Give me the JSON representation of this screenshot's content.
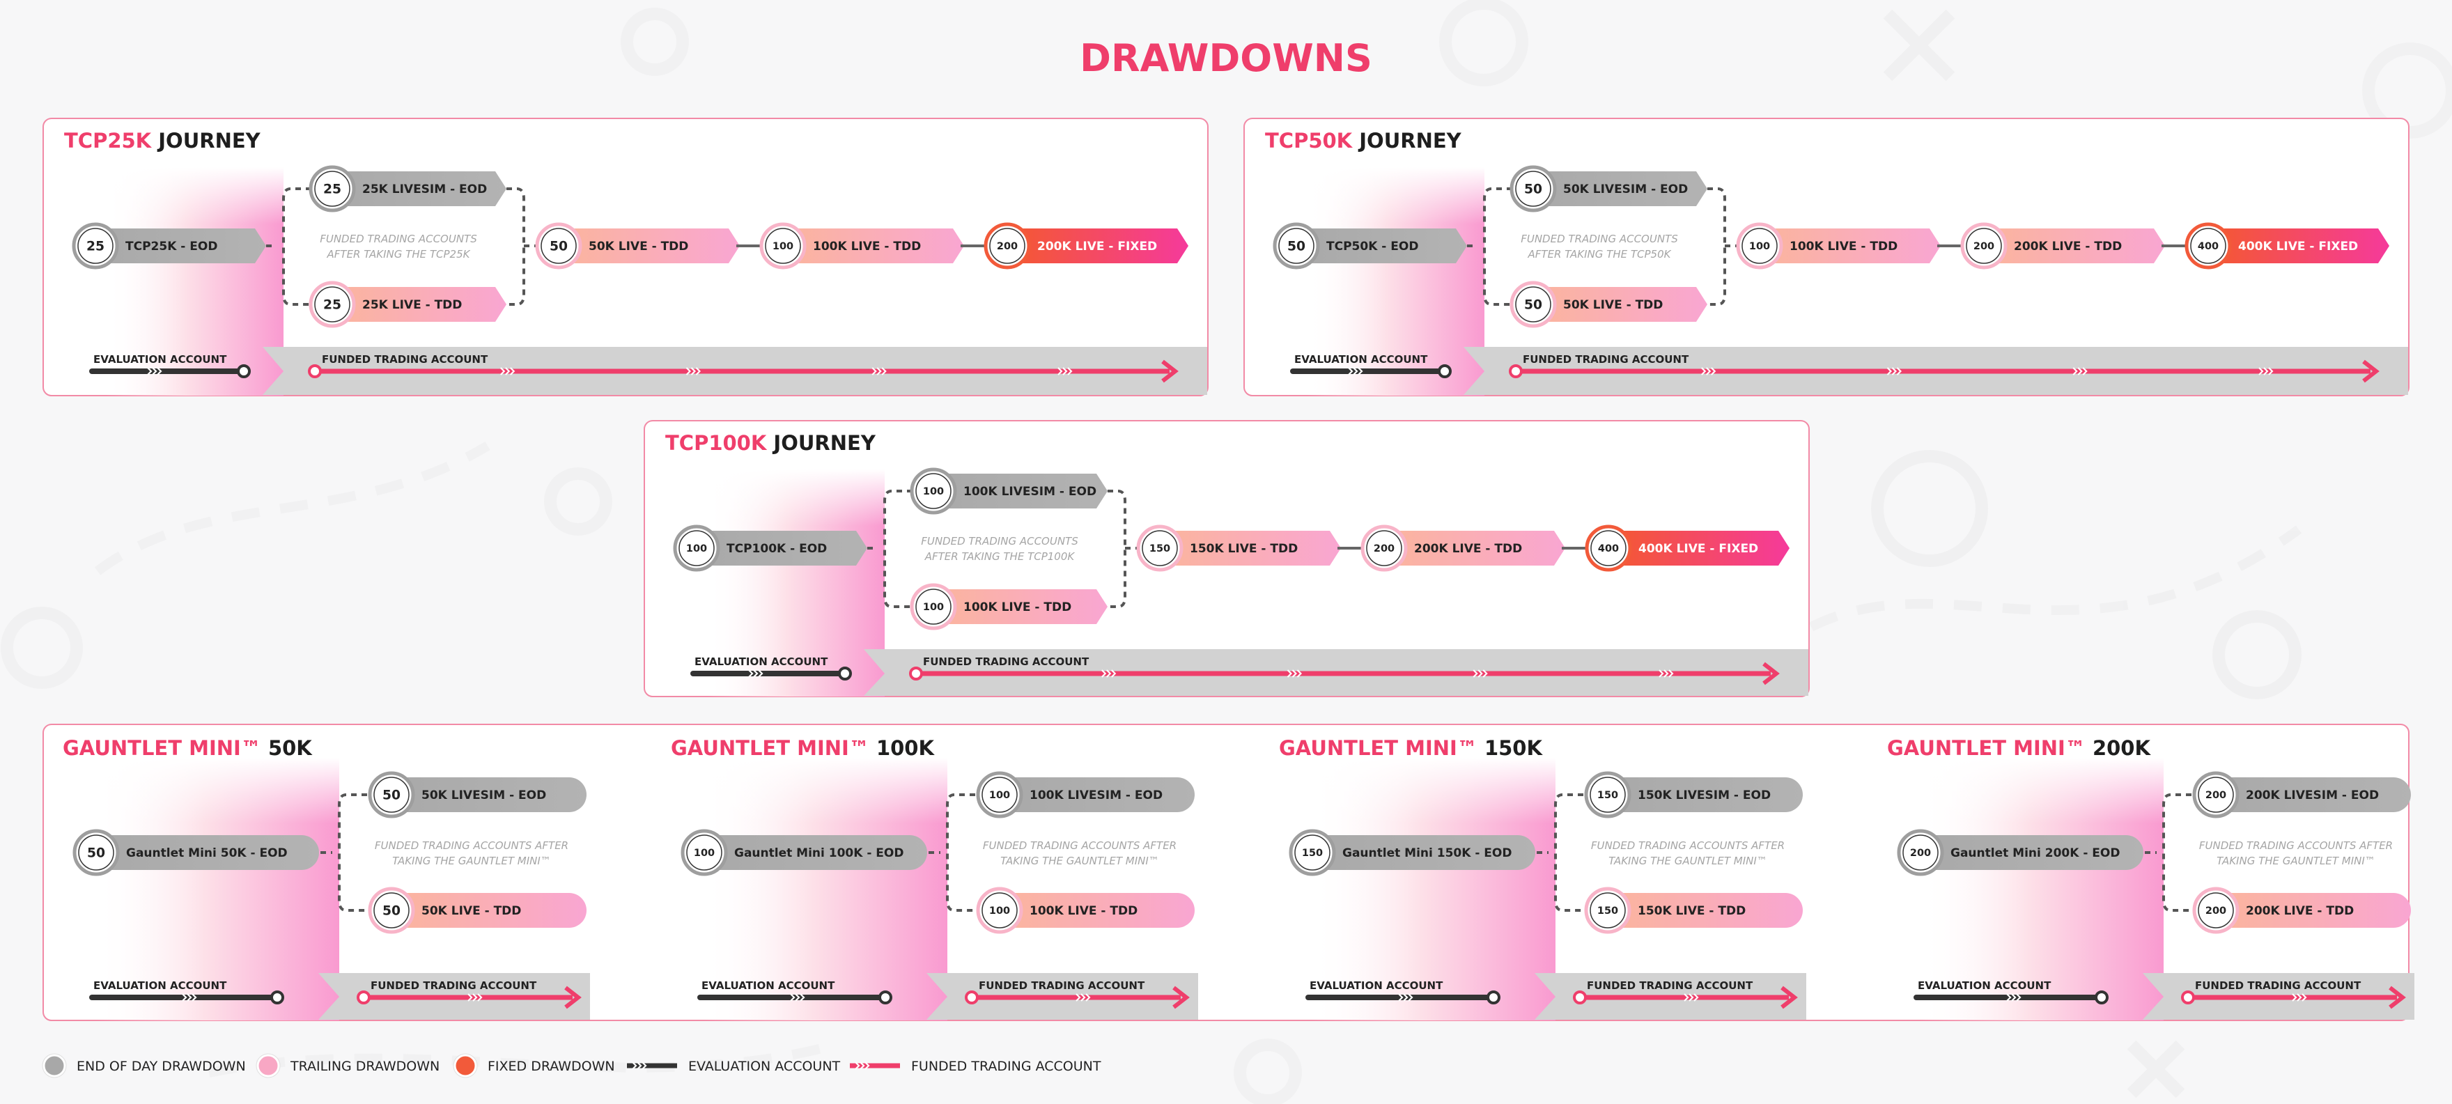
{
  "page_title": "DRAWDOWNS",
  "colors": {
    "title": "#ef3e6b",
    "panel_border": "#f28aa6",
    "eod": "#a8a8a8",
    "trailing": "#f8a7c4",
    "fixed": "#f25a3a",
    "funded_line": "#ef3e6b",
    "eval_line": "#333333",
    "band": "#d2d2d2"
  },
  "panels": [
    {
      "title_accent": "TCP25K",
      "title_rest": "JOURNEY",
      "eval": {
        "badge": "25",
        "label": "TCP25K - EOD"
      },
      "top_option": {
        "badge": "25",
        "label": "25K LIVESIM - EOD",
        "type": "eod"
      },
      "bottom_option": {
        "badge": "25",
        "label": "25K LIVE - TDD",
        "type": "trailing"
      },
      "note": [
        "FUNDED TRADING ACCOUNTS",
        "AFTER TAKING THE TCP25K"
      ],
      "chain": [
        {
          "badge": "50",
          "label": "50K LIVE - TDD",
          "type": "trailing"
        },
        {
          "badge": "100",
          "label": "100K LIVE - TDD",
          "type": "trailing"
        },
        {
          "badge": "200",
          "label": "200K LIVE - FIXED",
          "type": "fixed"
        }
      ],
      "eval_caption": "EVALUATION ACCOUNT",
      "funded_caption": "FUNDED TRADING ACCOUNT"
    },
    {
      "title_accent": "TCP50K",
      "title_rest": "JOURNEY",
      "eval": {
        "badge": "50",
        "label": "TCP50K - EOD"
      },
      "top_option": {
        "badge": "50",
        "label": "50K LIVESIM - EOD",
        "type": "eod"
      },
      "bottom_option": {
        "badge": "50",
        "label": "50K LIVE - TDD",
        "type": "trailing"
      },
      "note": [
        "FUNDED TRADING ACCOUNTS",
        "AFTER TAKING THE TCP50K"
      ],
      "chain": [
        {
          "badge": "100",
          "label": "100K LIVE - TDD",
          "type": "trailing"
        },
        {
          "badge": "200",
          "label": "200K LIVE - TDD",
          "type": "trailing"
        },
        {
          "badge": "400",
          "label": "400K LIVE - FIXED",
          "type": "fixed"
        }
      ],
      "eval_caption": "EVALUATION ACCOUNT",
      "funded_caption": "FUNDED TRADING ACCOUNT"
    },
    {
      "title_accent": "TCP100K",
      "title_rest": "JOURNEY",
      "eval": {
        "badge": "100",
        "label": "TCP100K - EOD"
      },
      "top_option": {
        "badge": "100",
        "label": "100K LIVESIM - EOD",
        "type": "eod"
      },
      "bottom_option": {
        "badge": "100",
        "label": "100K LIVE - TDD",
        "type": "trailing"
      },
      "note": [
        "FUNDED TRADING ACCOUNTS",
        "AFTER TAKING THE TCP100K"
      ],
      "chain": [
        {
          "badge": "150",
          "label": "150K LIVE - TDD",
          "type": "trailing"
        },
        {
          "badge": "200",
          "label": "200K LIVE - TDD",
          "type": "trailing"
        },
        {
          "badge": "400",
          "label": "400K LIVE - FIXED",
          "type": "fixed"
        }
      ],
      "eval_caption": "EVALUATION ACCOUNT",
      "funded_caption": "FUNDED TRADING ACCOUNT"
    }
  ],
  "gauntlet": [
    {
      "title_accent": "GAUNTLET MINI™",
      "title_rest": "50K",
      "eval": {
        "badge": "50",
        "label": "Gauntlet Mini 50K - EOD"
      },
      "top_option": {
        "badge": "50",
        "label": "50K LIVESIM - EOD",
        "type": "eod"
      },
      "bottom_option": {
        "badge": "50",
        "label": "50K LIVE - TDD",
        "type": "trailing"
      },
      "note": [
        "FUNDED TRADING ACCOUNTS AFTER",
        "TAKING THE GAUNTLET MINI™"
      ],
      "eval_caption": "EVALUATION ACCOUNT",
      "funded_caption": "FUNDED TRADING ACCOUNT"
    },
    {
      "title_accent": "GAUNTLET MINI™",
      "title_rest": "100K",
      "eval": {
        "badge": "100",
        "label": "Gauntlet Mini 100K - EOD"
      },
      "top_option": {
        "badge": "100",
        "label": "100K LIVESIM - EOD",
        "type": "eod"
      },
      "bottom_option": {
        "badge": "100",
        "label": "100K LIVE - TDD",
        "type": "trailing"
      },
      "note": [
        "FUNDED TRADING ACCOUNTS AFTER",
        "TAKING THE GAUNTLET MINI™"
      ],
      "eval_caption": "EVALUATION ACCOUNT",
      "funded_caption": "FUNDED TRADING ACCOUNT"
    },
    {
      "title_accent": "GAUNTLET MINI™",
      "title_rest": "150K",
      "eval": {
        "badge": "150",
        "label": "Gauntlet Mini 150K - EOD"
      },
      "top_option": {
        "badge": "150",
        "label": "150K LIVESIM - EOD",
        "type": "eod"
      },
      "bottom_option": {
        "badge": "150",
        "label": "150K LIVE - TDD",
        "type": "trailing"
      },
      "note": [
        "FUNDED TRADING ACCOUNTS AFTER",
        "TAKING THE GAUNTLET MINI™"
      ],
      "eval_caption": "EVALUATION ACCOUNT",
      "funded_caption": "FUNDED TRADING ACCOUNT"
    },
    {
      "title_accent": "GAUNTLET MINI™",
      "title_rest": "200K",
      "eval": {
        "badge": "200",
        "label": "Gauntlet Mini 200K - EOD"
      },
      "top_option": {
        "badge": "200",
        "label": "200K LIVESIM - EOD",
        "type": "eod"
      },
      "bottom_option": {
        "badge": "200",
        "label": "200K LIVE - TDD",
        "type": "trailing"
      },
      "note": [
        "FUNDED TRADING ACCOUNTS AFTER",
        "TAKING THE GAUNTLET MINI™"
      ],
      "eval_caption": "EVALUATION ACCOUNT",
      "funded_caption": "FUNDED TRADING ACCOUNT"
    }
  ],
  "legend": [
    {
      "icon": "eod-dot",
      "label": "END OF DAY DRAWDOWN"
    },
    {
      "icon": "trailing-dot",
      "label": "TRAILING DRAWDOWN"
    },
    {
      "icon": "fixed-dot",
      "label": "FIXED DRAWDOWN"
    },
    {
      "icon": "evaluation-line",
      "label": "EVALUATION ACCOUNT"
    },
    {
      "icon": "funded-line",
      "label": "FUNDED TRADING ACCOUNT"
    }
  ]
}
